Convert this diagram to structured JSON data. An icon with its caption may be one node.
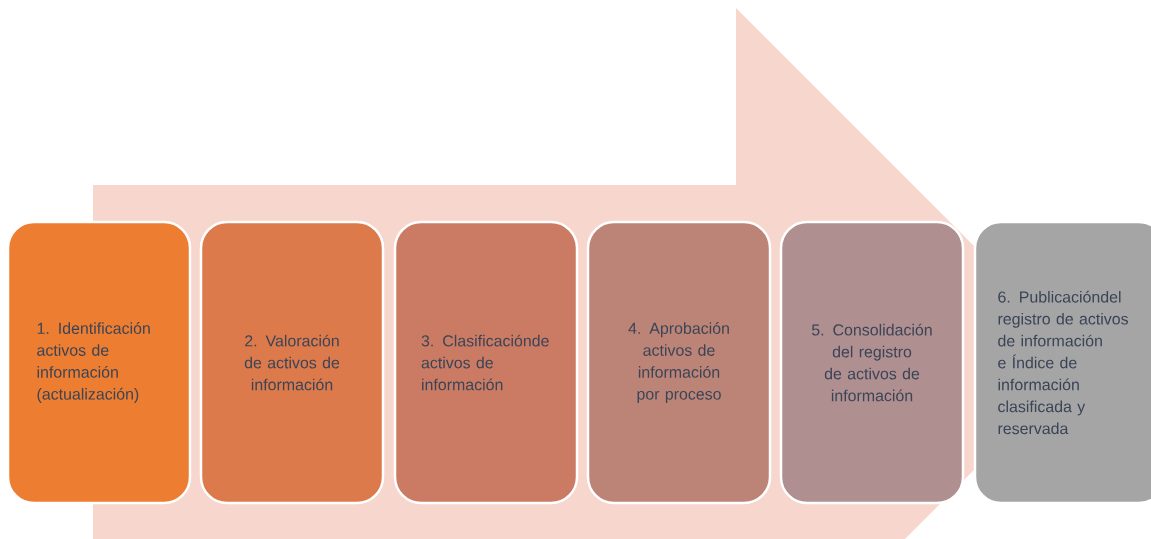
{
  "diagram": {
    "nodes": [
      {
        "text": [
          "1. Identificación activos de información (actualización)"
        ]
      },
      {
        "text": [
          "2. Valoración de activos de información"
        ]
      },
      {
        "text": [
          "3. Clasificaciónde activos de información"
        ]
      },
      {
        "text": [
          "4. Aprobación activos de información por proceso"
        ]
      },
      {
        "text": [
          "5. Consolidación del registro de activos de información"
        ]
      },
      {
        "text": [
          "6. Publicacióndel registro de activos de información e Índice de información clasificada y reservada"
        ]
      }
    ]
  }
}
